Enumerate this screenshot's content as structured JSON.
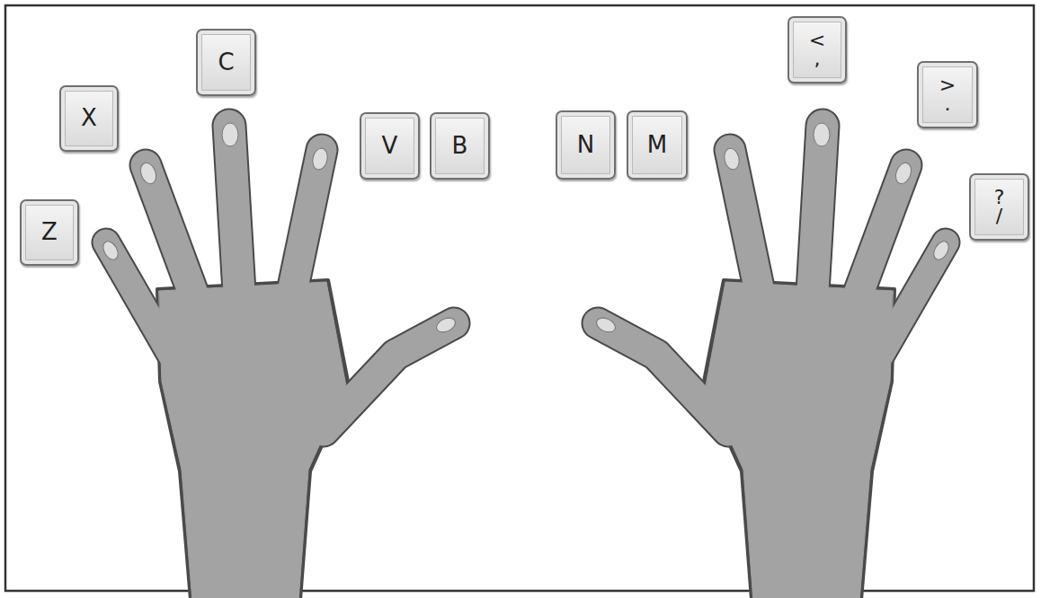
{
  "diagram": {
    "nodes": [
      {
        "text": [
          "Z"
        ]
      },
      {
        "text": [
          "X"
        ]
      },
      {
        "text": [
          "C"
        ]
      },
      {
        "text": [
          "V"
        ]
      },
      {
        "text": [
          "B"
        ]
      },
      {
        "text": [
          "N"
        ]
      },
      {
        "text": [
          "M"
        ]
      },
      {
        "text": [
          "<",
          ","
        ]
      },
      {
        "text": [
          ">",
          "."
        ]
      },
      {
        "text": [
          "?",
          "/"
        ]
      }
    ]
  }
}
